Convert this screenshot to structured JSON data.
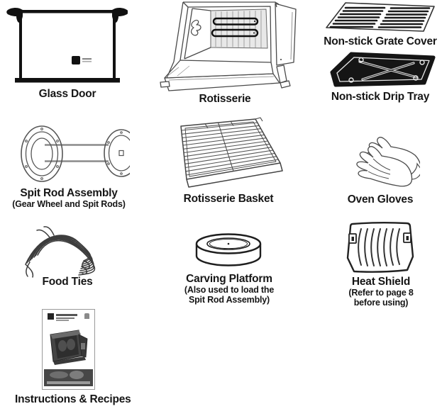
{
  "parts": {
    "glass_door": {
      "label": "Glass Door"
    },
    "rotisserie": {
      "label": "Rotisserie"
    },
    "grate_cover": {
      "label": "Non-stick Grate Cover"
    },
    "drip_tray": {
      "label": "Non-stick Drip Tray"
    },
    "spit_rod_assembly": {
      "label": "Spit Rod Assembly",
      "sublabel": "(Gear Wheel and Spit Rods)"
    },
    "rotisserie_basket": {
      "label": "Rotisserie Basket"
    },
    "oven_gloves": {
      "label": "Oven Gloves"
    },
    "food_ties": {
      "label": "Food Ties"
    },
    "carving_platform": {
      "label": "Carving Platform",
      "sublabel_line1": "(Also used to load the",
      "sublabel_line2": "Spit Rod Assembly)"
    },
    "heat_shield": {
      "label": "Heat Shield",
      "sublabel_line1": "(Refer to page 8",
      "sublabel_line2": "before using)"
    },
    "instructions": {
      "label": "Instructions & Recipes"
    }
  },
  "colors": {
    "ink": "#161616",
    "sketch_line": "#4a4a4a",
    "tray_fill": "#151515",
    "paper": "#ffffff"
  }
}
